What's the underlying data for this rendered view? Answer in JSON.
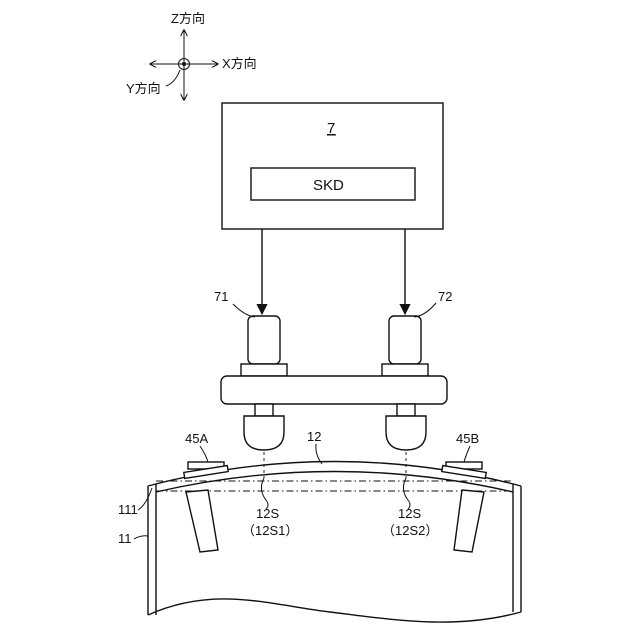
{
  "axes": {
    "z_label": "Z方向",
    "x_label": "X方向",
    "y_label": "Y方向"
  },
  "controller": {
    "ref": "7",
    "inner_label": "SKD"
  },
  "sensors": {
    "left_ref": "71",
    "right_ref": "72"
  },
  "workpiece": {
    "surface_ref": "12",
    "edge_ref": "111",
    "body_ref": "11",
    "left_marker_ref": "45A",
    "right_marker_ref": "45B"
  },
  "spots": {
    "left_ref": "12S",
    "left_sub": "（12S1）",
    "right_ref": "12S",
    "right_sub": "（12S2）"
  }
}
